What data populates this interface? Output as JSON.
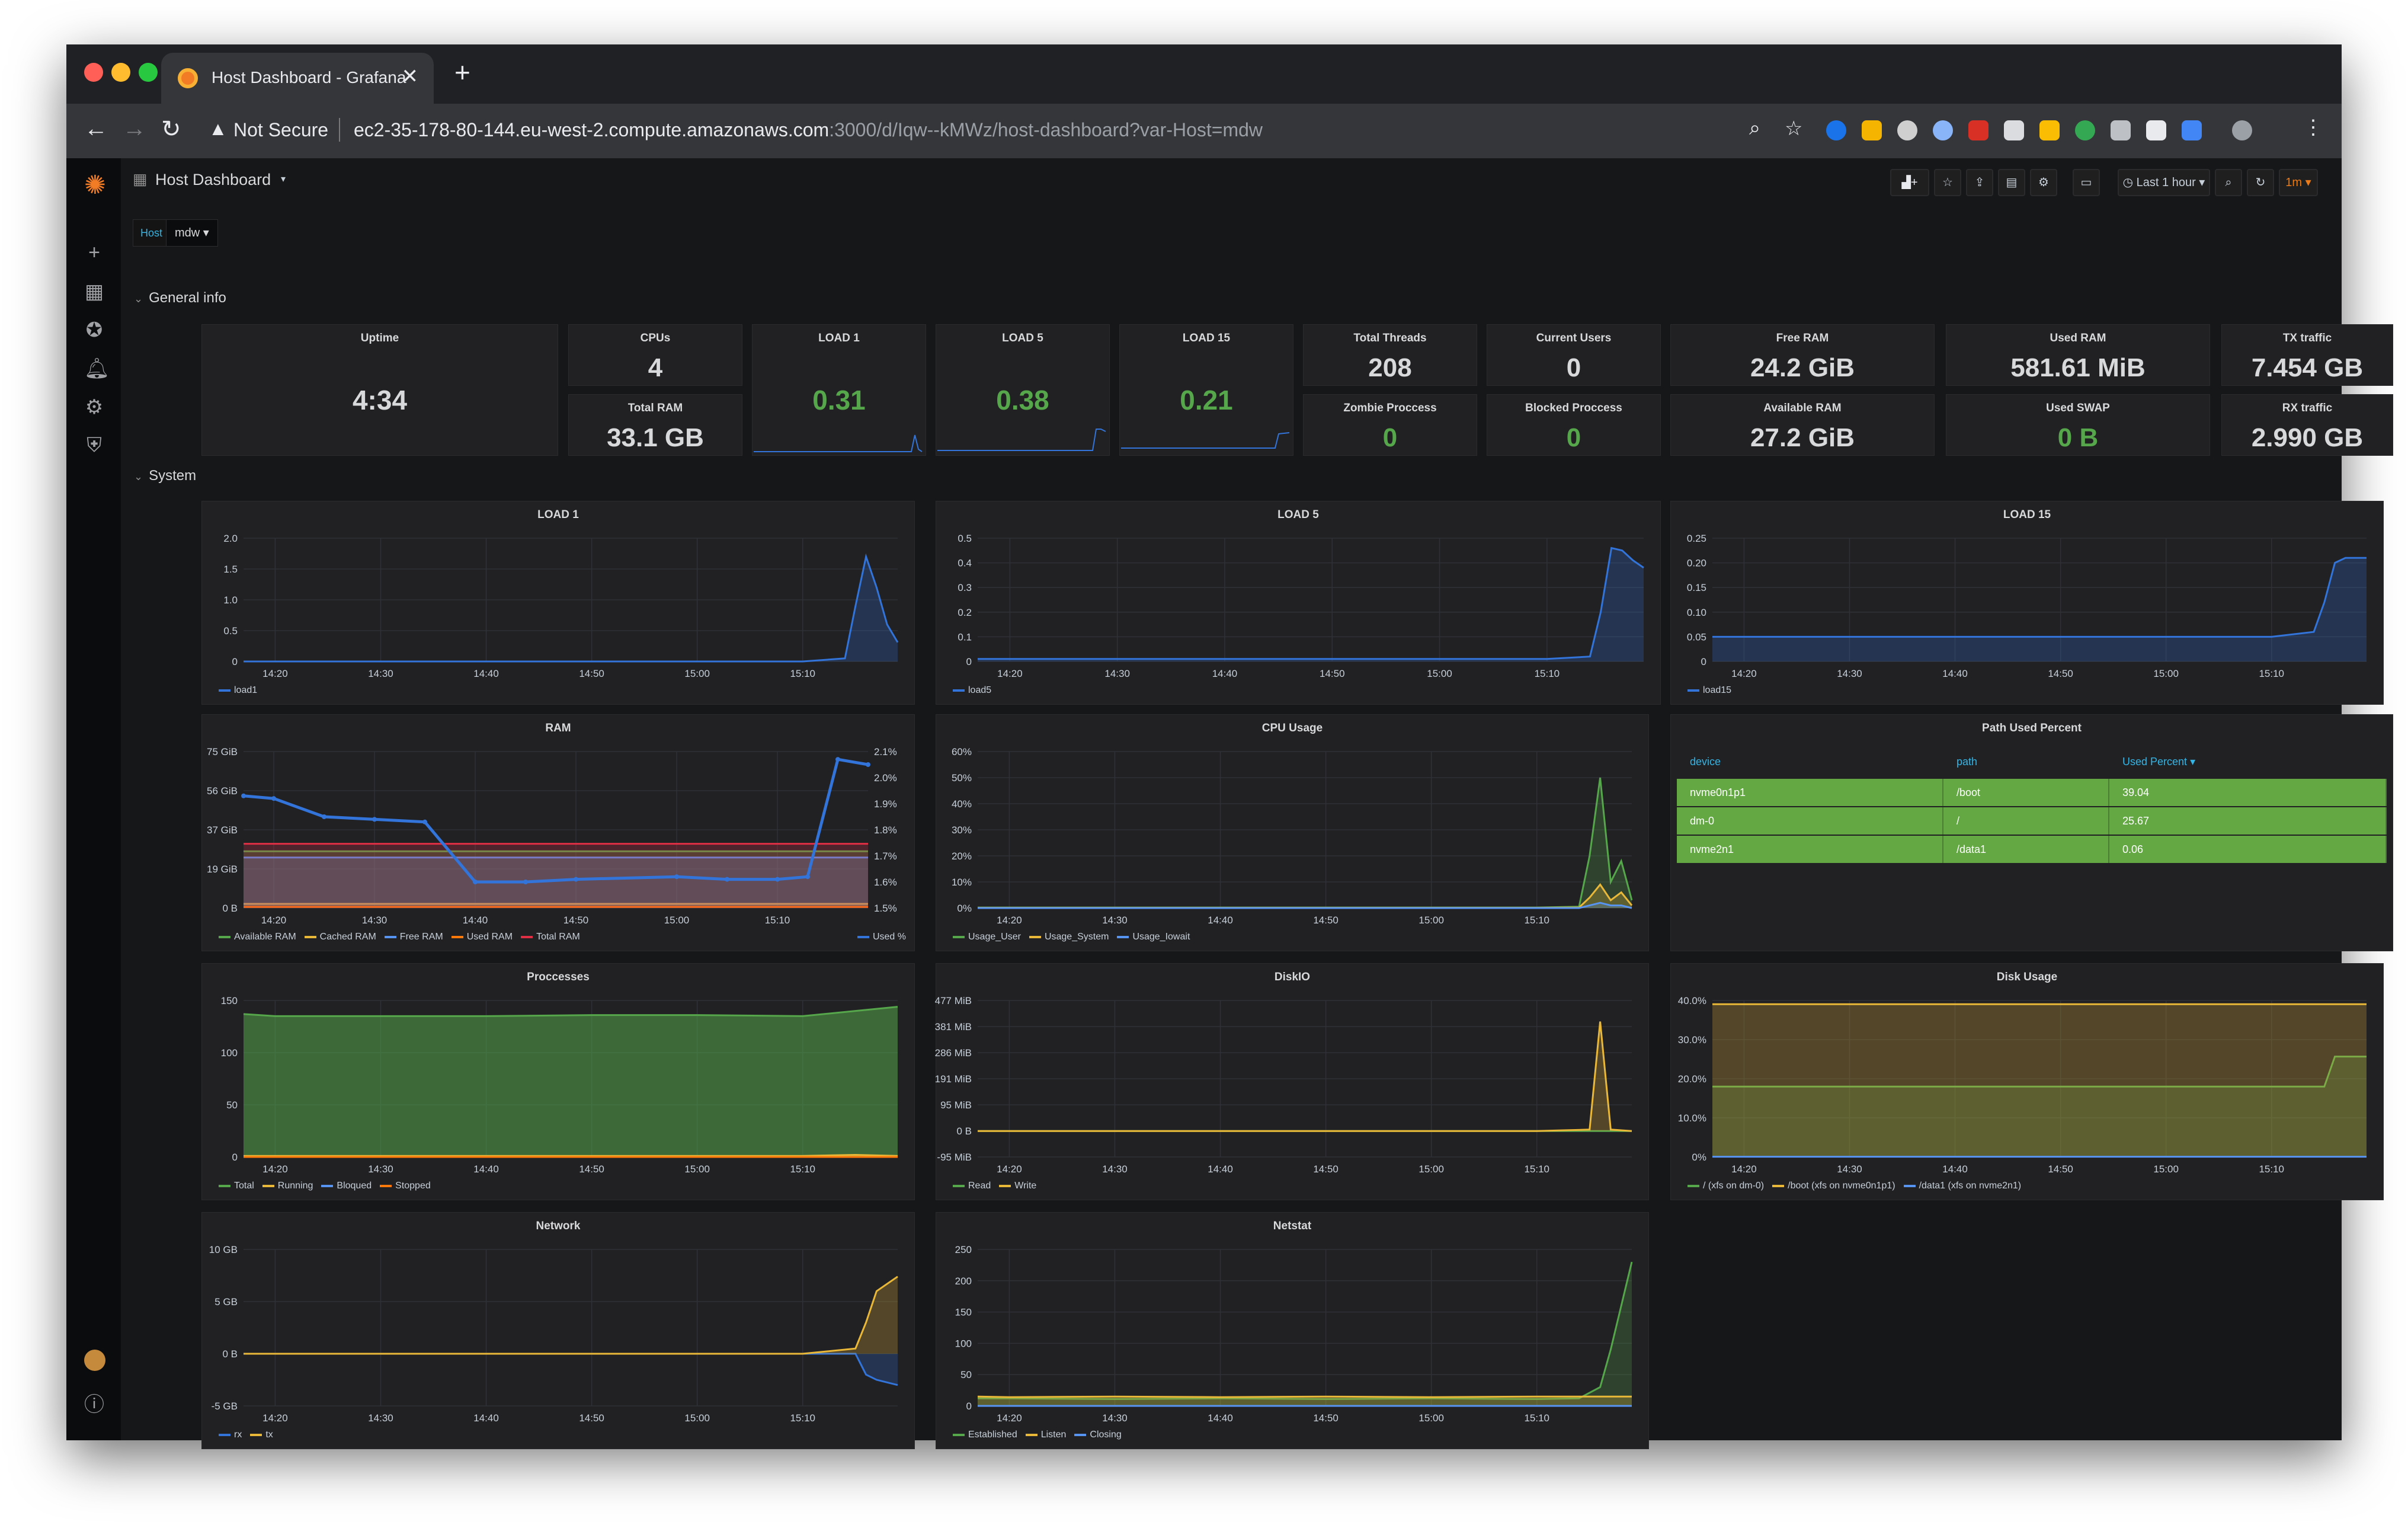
{
  "browser": {
    "tab_title": "Host Dashboard - Grafana",
    "security_label": "Not Secure",
    "url_host": "ec2-35-178-80-144.eu-west-2.compute.amazonaws.com",
    "url_path": ":3000/d/Iqw--kMWz/host-dashboard?var-Host=mdw"
  },
  "dashboard": {
    "title": "Host Dashboard",
    "var_label": "Host",
    "var_value": "mdw",
    "time_range": "Last 1 hour",
    "refresh": "1m"
  },
  "rows": {
    "general": "General info",
    "system": "System"
  },
  "stats": {
    "uptime": {
      "title": "Uptime",
      "value": "4:34"
    },
    "cpus": {
      "title": "CPUs",
      "value": "4"
    },
    "total_ram": {
      "title": "Total RAM",
      "value": "33.1 GB"
    },
    "load1": {
      "title": "LOAD 1",
      "value": "0.31"
    },
    "load5": {
      "title": "LOAD 5",
      "value": "0.38"
    },
    "load15": {
      "title": "LOAD 15",
      "value": "0.21"
    },
    "total_threads": {
      "title": "Total Threads",
      "value": "208"
    },
    "zombie": {
      "title": "Zombie Proccess",
      "value": "0"
    },
    "current_users": {
      "title": "Current Users",
      "value": "0"
    },
    "blocked": {
      "title": "Blocked Proccess",
      "value": "0"
    },
    "free_ram": {
      "title": "Free RAM",
      "value": "24.2 GiB"
    },
    "available_ram": {
      "title": "Available RAM",
      "value": "27.2 GiB"
    },
    "used_ram": {
      "title": "Used RAM",
      "value": "581.61 MiB"
    },
    "used_swap": {
      "title": "Used SWAP",
      "value": "0 B"
    },
    "tx": {
      "title": "TX traffic",
      "value": "7.454 GB"
    },
    "rx": {
      "title": "RX traffic",
      "value": "2.990 GB"
    }
  },
  "colors": {
    "green": "#56a64b",
    "blue": "#5794f2",
    "blue_line": "#3274d9",
    "yellow": "#eab839",
    "orange": "#ff780a",
    "red": "#e02f44",
    "table_green": "#63a843",
    "accent": "#33b5e5"
  },
  "x_ticks": [
    "14:20",
    "14:30",
    "14:40",
    "14:50",
    "15:00",
    "15:10"
  ],
  "path_table": {
    "title": "Path Used Percent",
    "headers": [
      "device",
      "path",
      "Used Percent"
    ],
    "rows": [
      [
        "nvme0n1p1",
        "/boot",
        "39.04"
      ],
      [
        "dm-0",
        "/",
        "25.67"
      ],
      [
        "nvme2n1",
        "/data1",
        "0.06"
      ]
    ]
  },
  "chart_data": [
    {
      "id": "load1",
      "type": "area",
      "title": "LOAD 1",
      "x": [
        "14:17",
        "14:20",
        "14:30",
        "14:40",
        "14:50",
        "15:00",
        "15:10",
        "15:14",
        "15:15",
        "15:16",
        "15:17",
        "15:18",
        "15:19"
      ],
      "y_ticks": [
        "0",
        "0.5",
        "1.0",
        "1.5",
        "2.0"
      ],
      "ylim": [
        0,
        2.0
      ],
      "series": [
        {
          "name": "load1",
          "values": [
            0,
            0,
            0,
            0,
            0,
            0,
            0,
            0.05,
            0.9,
            1.7,
            1.2,
            0.6,
            0.31
          ]
        }
      ]
    },
    {
      "id": "load5",
      "type": "area",
      "title": "LOAD 5",
      "x": [
        "14:17",
        "14:20",
        "14:30",
        "14:40",
        "14:50",
        "15:00",
        "15:10",
        "15:14",
        "15:15",
        "15:16",
        "15:17",
        "15:18",
        "15:19"
      ],
      "y_ticks": [
        "0",
        "0.1",
        "0.2",
        "0.3",
        "0.4",
        "0.5"
      ],
      "ylim": [
        0,
        0.5
      ],
      "series": [
        {
          "name": "load5",
          "values": [
            0.01,
            0.01,
            0.01,
            0.01,
            0.01,
            0.01,
            0.01,
            0.02,
            0.2,
            0.46,
            0.45,
            0.41,
            0.38
          ]
        }
      ]
    },
    {
      "id": "load15",
      "type": "area",
      "title": "LOAD 15",
      "x": [
        "14:17",
        "14:20",
        "14:30",
        "14:40",
        "14:50",
        "15:00",
        "15:10",
        "15:14",
        "15:15",
        "15:16",
        "15:17",
        "15:18",
        "15:19"
      ],
      "y_ticks": [
        "0",
        "0.05",
        "0.10",
        "0.15",
        "0.20",
        "0.25"
      ],
      "ylim": [
        0,
        0.25
      ],
      "series": [
        {
          "name": "load15",
          "values": [
            0.05,
            0.05,
            0.05,
            0.05,
            0.05,
            0.05,
            0.05,
            0.06,
            0.12,
            0.2,
            0.21,
            0.21,
            0.21
          ]
        }
      ]
    },
    {
      "id": "ram",
      "type": "line",
      "title": "RAM",
      "x": [
        "14:17",
        "14:20",
        "14:25",
        "14:30",
        "14:35",
        "14:40",
        "14:45",
        "14:50",
        "15:00",
        "15:05",
        "15:10",
        "15:13",
        "15:16",
        "15:19"
      ],
      "y_ticks": [
        "0 B",
        "19 GiB",
        "37 GiB",
        "56 GiB",
        "75 GiB"
      ],
      "y2_ticks": [
        "1.5%",
        "1.6%",
        "1.7%",
        "1.8%",
        "1.9%",
        "2.0%",
        "2.1%"
      ],
      "ylim": [
        0,
        75
      ],
      "y2lim": [
        1.5,
        2.1
      ],
      "series": [
        {
          "name": "Available RAM",
          "values": [
            27.2,
            27.2,
            27.2,
            27.2,
            27.2,
            27.2,
            27.2,
            27.2,
            27.2,
            27.2,
            27.2,
            27.2,
            27.2,
            27.2
          ]
        },
        {
          "name": "Cached RAM",
          "values": [
            2,
            2,
            2,
            2,
            2,
            2,
            2,
            2,
            2,
            2,
            2,
            2,
            2,
            2
          ]
        },
        {
          "name": "Free RAM",
          "values": [
            24.2,
            24.2,
            24.2,
            24.2,
            24.2,
            24.2,
            24.2,
            24.2,
            24.2,
            24.2,
            24.2,
            24.2,
            24.2,
            24.2
          ]
        },
        {
          "name": "Used RAM",
          "values": [
            0.58,
            0.58,
            0.58,
            0.58,
            0.58,
            0.58,
            0.58,
            0.58,
            0.58,
            0.58,
            0.58,
            0.58,
            0.58,
            0.58
          ]
        },
        {
          "name": "Total RAM",
          "values": [
            30.8,
            30.8,
            30.8,
            30.8,
            30.8,
            30.8,
            30.8,
            30.8,
            30.8,
            30.8,
            30.8,
            30.8,
            30.8,
            30.8
          ]
        },
        {
          "name": "Used %",
          "axis": "right",
          "values": [
            1.93,
            1.92,
            1.85,
            1.84,
            1.83,
            1.6,
            1.6,
            1.61,
            1.62,
            1.61,
            1.61,
            1.62,
            2.07,
            2.05
          ]
        }
      ]
    },
    {
      "id": "cpu",
      "type": "area",
      "title": "CPU Usage",
      "x": [
        "14:17",
        "14:20",
        "14:30",
        "14:40",
        "14:50",
        "15:00",
        "15:10",
        "15:14",
        "15:15",
        "15:16",
        "15:17",
        "15:18",
        "15:19"
      ],
      "y_ticks": [
        "0%",
        "10%",
        "20%",
        "30%",
        "40%",
        "50%",
        "60%"
      ],
      "ylim": [
        0,
        60
      ],
      "series": [
        {
          "name": "Usage_User",
          "values": [
            0.2,
            0.2,
            0.2,
            0.2,
            0.2,
            0.2,
            0.2,
            0.5,
            20,
            50,
            10,
            18,
            3
          ]
        },
        {
          "name": "Usage_System",
          "values": [
            0.1,
            0.1,
            0.1,
            0.1,
            0.1,
            0.1,
            0.1,
            0.2,
            4,
            9,
            3,
            6,
            1
          ]
        },
        {
          "name": "Usage_Iowait",
          "values": [
            0,
            0,
            0,
            0,
            0,
            0,
            0,
            0,
            1,
            2,
            1,
            1,
            0
          ]
        }
      ]
    },
    {
      "id": "processes",
      "type": "area",
      "title": "Proccesses",
      "x": [
        "14:17",
        "14:20",
        "14:30",
        "14:40",
        "14:50",
        "15:00",
        "15:10",
        "15:15",
        "15:19"
      ],
      "y_ticks": [
        "0",
        "50",
        "100",
        "150"
      ],
      "ylim": [
        0,
        150
      ],
      "series": [
        {
          "name": "Total",
          "values": [
            137,
            135,
            135,
            135,
            136,
            136,
            135,
            140,
            144
          ]
        },
        {
          "name": "Running",
          "values": [
            1,
            1,
            1,
            1,
            1,
            1,
            1,
            2,
            1
          ]
        },
        {
          "name": "Bloqued",
          "values": [
            0,
            0,
            0,
            0,
            0,
            0,
            0,
            0,
            0
          ]
        },
        {
          "name": "Stopped",
          "values": [
            0,
            0,
            0,
            0,
            0,
            0,
            0,
            0,
            0
          ]
        }
      ]
    },
    {
      "id": "diskio",
      "type": "line",
      "title": "DiskIO",
      "x": [
        "14:17",
        "14:20",
        "14:30",
        "14:40",
        "14:50",
        "15:00",
        "15:10",
        "15:15",
        "15:16",
        "15:17",
        "15:19"
      ],
      "y_ticks": [
        "-95 MiB",
        "0 B",
        "95 MiB",
        "191 MiB",
        "286 MiB",
        "381 MiB",
        "477 MiB"
      ],
      "ylim": [
        -95,
        477
      ],
      "series": [
        {
          "name": "Read",
          "values": [
            0,
            0,
            0,
            0,
            0,
            0,
            0,
            0,
            0,
            0,
            0
          ]
        },
        {
          "name": "Write",
          "values": [
            0,
            0,
            0,
            0,
            0,
            0,
            0,
            5,
            400,
            5,
            0
          ]
        }
      ]
    },
    {
      "id": "disk_usage",
      "type": "line",
      "title": "Disk Usage",
      "x": [
        "14:17",
        "14:20",
        "14:30",
        "14:40",
        "14:50",
        "15:00",
        "15:10",
        "15:15",
        "15:16",
        "15:19"
      ],
      "y_ticks": [
        "0%",
        "10.0%",
        "20.0%",
        "30.0%",
        "40.0%"
      ],
      "ylim": [
        0,
        40
      ],
      "series": [
        {
          "name": "/ (xfs on dm-0)",
          "values": [
            18,
            18,
            18,
            18,
            18,
            18,
            18,
            18,
            25.67,
            25.67
          ]
        },
        {
          "name": "/boot (xfs on nvme0n1p1)",
          "values": [
            39.04,
            39.04,
            39.04,
            39.04,
            39.04,
            39.04,
            39.04,
            39.04,
            39.04,
            39.04
          ]
        },
        {
          "name": "/data1 (xfs on nvme2n1)",
          "values": [
            0.06,
            0.06,
            0.06,
            0.06,
            0.06,
            0.06,
            0.06,
            0.06,
            0.06,
            0.06
          ]
        }
      ]
    },
    {
      "id": "network",
      "type": "area",
      "title": "Network",
      "x": [
        "14:17",
        "14:20",
        "14:30",
        "14:40",
        "14:50",
        "15:00",
        "15:10",
        "15:15",
        "15:16",
        "15:17",
        "15:19"
      ],
      "y_ticks": [
        "-5 GB",
        "0 B",
        "5 GB",
        "10 GB"
      ],
      "ylim": [
        -5,
        10
      ],
      "series": [
        {
          "name": "rx",
          "values": [
            0,
            0,
            0,
            0,
            0,
            0,
            0,
            0,
            -2,
            -2.5,
            -3
          ]
        },
        {
          "name": "tx",
          "values": [
            0,
            0,
            0,
            0,
            0,
            0,
            0,
            0.5,
            3,
            6,
            7.4
          ]
        }
      ]
    },
    {
      "id": "netstat",
      "type": "line",
      "title": "Netstat",
      "x": [
        "14:17",
        "14:20",
        "14:30",
        "14:40",
        "14:50",
        "15:00",
        "15:10",
        "15:14",
        "15:16",
        "15:17",
        "15:19"
      ],
      "y_ticks": [
        "0",
        "50",
        "100",
        "150",
        "200",
        "250"
      ],
      "ylim": [
        0,
        250
      ],
      "series": [
        {
          "name": "Established",
          "values": [
            12,
            12,
            11,
            12,
            11,
            12,
            11,
            12,
            30,
            90,
            230
          ]
        },
        {
          "name": "Listen",
          "values": [
            15,
            14,
            15,
            14,
            15,
            14,
            15,
            15,
            15,
            15,
            15
          ]
        },
        {
          "name": "Closing",
          "values": [
            0,
            0,
            0,
            0,
            0,
            0,
            0,
            0,
            0,
            0,
            0
          ]
        }
      ]
    }
  ]
}
